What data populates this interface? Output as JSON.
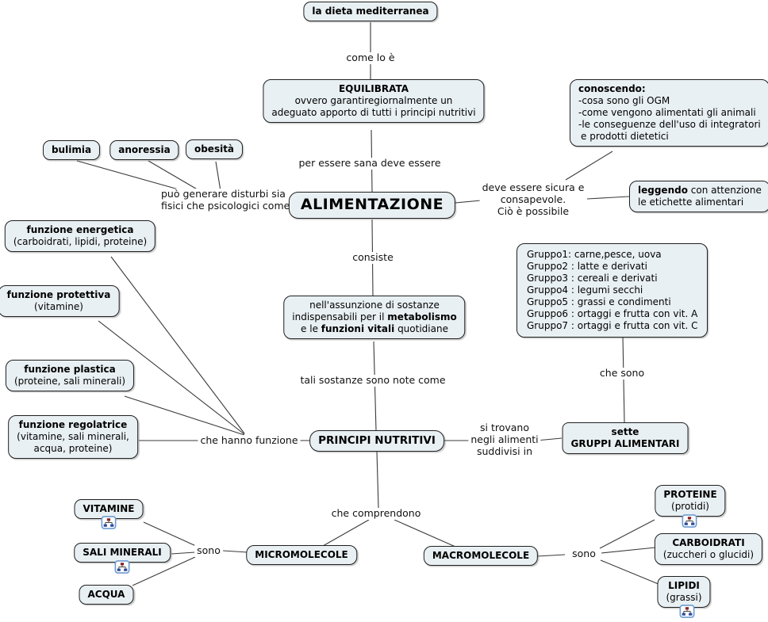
{
  "colors": {
    "node_fill": "#e9f0f3",
    "node_border": "#1f1f1f",
    "connector": "#3a3a3a",
    "icon_border": "#6b9bd2",
    "icon_red": "#8b2020",
    "icon_blue": "#2b4a9b"
  },
  "nodes": {
    "dieta": {
      "title": "la dieta mediterranea"
    },
    "equilibrata": {
      "title": "EQUILIBRATA",
      "line1": "ovvero garantiregiornalmente un",
      "line2": "adeguato apporto di tutti i principi nutritivi"
    },
    "conoscendo": {
      "title": "conoscendo:",
      "line1": "-cosa sono gli OGM",
      "line2": "-come vengono alimentati gli animali",
      "line3": "-le conseguenze dell'uso di integratori",
      "line4": "e prodotti dietetici"
    },
    "bulimia": {
      "title": "bulimia"
    },
    "anoressia": {
      "title": "anoressia"
    },
    "obesita": {
      "title": "obesità"
    },
    "alimentazione": {
      "title": "ALIMENTAZIONE"
    },
    "leggendo": {
      "bold": "leggendo",
      "rest": " con attenzione",
      "line2": "le etichette alimentari"
    },
    "energetica": {
      "title": "funzione energetica",
      "sub": "(carboidrati, lipidi, proteine)"
    },
    "protettiva": {
      "title": "funzione protettiva",
      "sub": "(vitamine)"
    },
    "plastica": {
      "title": "funzione plastica",
      "sub": "(proteine, sali minerali)"
    },
    "regolatrice": {
      "title": "funzione regolatrice",
      "sub": "(vitamine, sali minerali,",
      "sub2": "acqua, proteine)"
    },
    "assunzione": {
      "line1": "nell'assunzione di sostanze",
      "line2_pre": "indispensabili per il ",
      "line2_bold": "metabolismo",
      "line3_pre": "e le ",
      "line3_bold": "funzioni vitali",
      "line3_post": " quotidiane"
    },
    "gruppi": {
      "lines": [
        "Gruppo1: carne,pesce, uova",
        "Gruppo2 : latte e derivati",
        "Gruppo3 : cereali e derivati",
        "Gruppo4 : legumi secchi",
        "Gruppo5 : grassi e condimenti",
        "Gruppo6 : ortaggi e frutta con vit. A",
        "Gruppo7 : ortaggi e frutta con vit. C"
      ]
    },
    "principi": {
      "title": "PRINCIPI NUTRITIVI"
    },
    "sette_gruppi": {
      "line1": "sette",
      "line2": "GRUPPI ALIMENTARI"
    },
    "vitamine": {
      "title": "VITAMINE"
    },
    "sali_minerali": {
      "title": "SALI MINERALI"
    },
    "acqua": {
      "title": "ACQUA"
    },
    "micromolecole": {
      "title": "MICROMOLECOLE"
    },
    "macromolecole": {
      "title": "MACROMOLECOLE"
    },
    "proteine": {
      "title": "PROTEINE",
      "sub": "(protidi)"
    },
    "carboidrati": {
      "title": "CARBOIDRATI",
      "sub": "(zuccheri o glucidi)"
    },
    "lipidi": {
      "title": "LIPIDI",
      "sub": "(grassi)"
    }
  },
  "labels": {
    "come_lo_e": "come lo è",
    "per_essere": "per essere sana deve essere",
    "puo_generare": "può generare disturbi sia\nfisici che psicologici come",
    "deve_essere": "deve essere sicura e\nconsapevole.\nCiò è possibile",
    "consiste": "consiste",
    "tali_sostanze": "tali sostanze sono note come",
    "che_hanno": "che hanno funzione",
    "si_trovano": "si trovano\nnegli alimenti\nsuddivisi in",
    "che_sono": "che sono",
    "che_comprendono": "che comprendono",
    "sono_left": "sono",
    "sono_right": "sono"
  },
  "icons": {
    "linked_map": "linked-map-icon"
  }
}
